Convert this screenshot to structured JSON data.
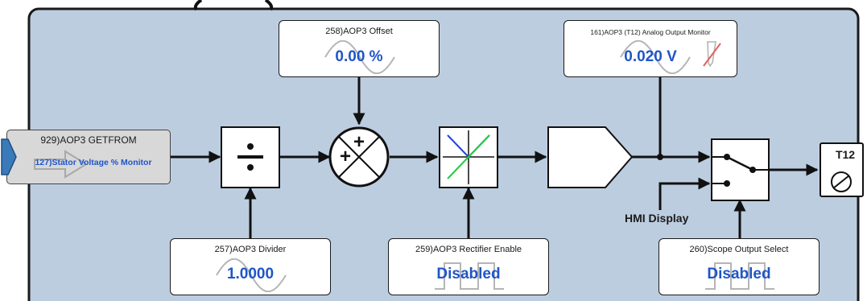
{
  "blocks": {
    "getfrom": {
      "name": "929)AOP3 GETFROM",
      "value": "127)Stator Voltage % Monitor"
    },
    "offset": {
      "name": "258)AOP3 Offset",
      "value": "0.00 %"
    },
    "monitor": {
      "name": "161)AOP3 (T12) Analog Output Monitor",
      "value": "0.020 V"
    },
    "divider": {
      "name": "257)AOP3 Divider",
      "value": "1.0000"
    },
    "rectifier": {
      "name": "259)AOP3 Rectifier Enable",
      "value": "Disabled"
    },
    "scope": {
      "name": "260)Scope Output Select",
      "value": "Disabled"
    }
  },
  "labels": {
    "hmi_display": "HMI Display",
    "terminal": "T12"
  },
  "colors": {
    "panel_bg": "#bdcde0",
    "value_blue": "#1f55c7",
    "getfrom_bg": "#d8d8d8",
    "arrow_blue": "#3a7ab8",
    "sine_gray": "#b5b5b5"
  },
  "icons": {
    "divide": "division-icon",
    "summer": "summing-junction-icon",
    "rectifier": "rectifier-icon",
    "amplifier": "amplifier-icon",
    "switch": "switch-icon",
    "terminal": "terminal-screw-icon"
  }
}
